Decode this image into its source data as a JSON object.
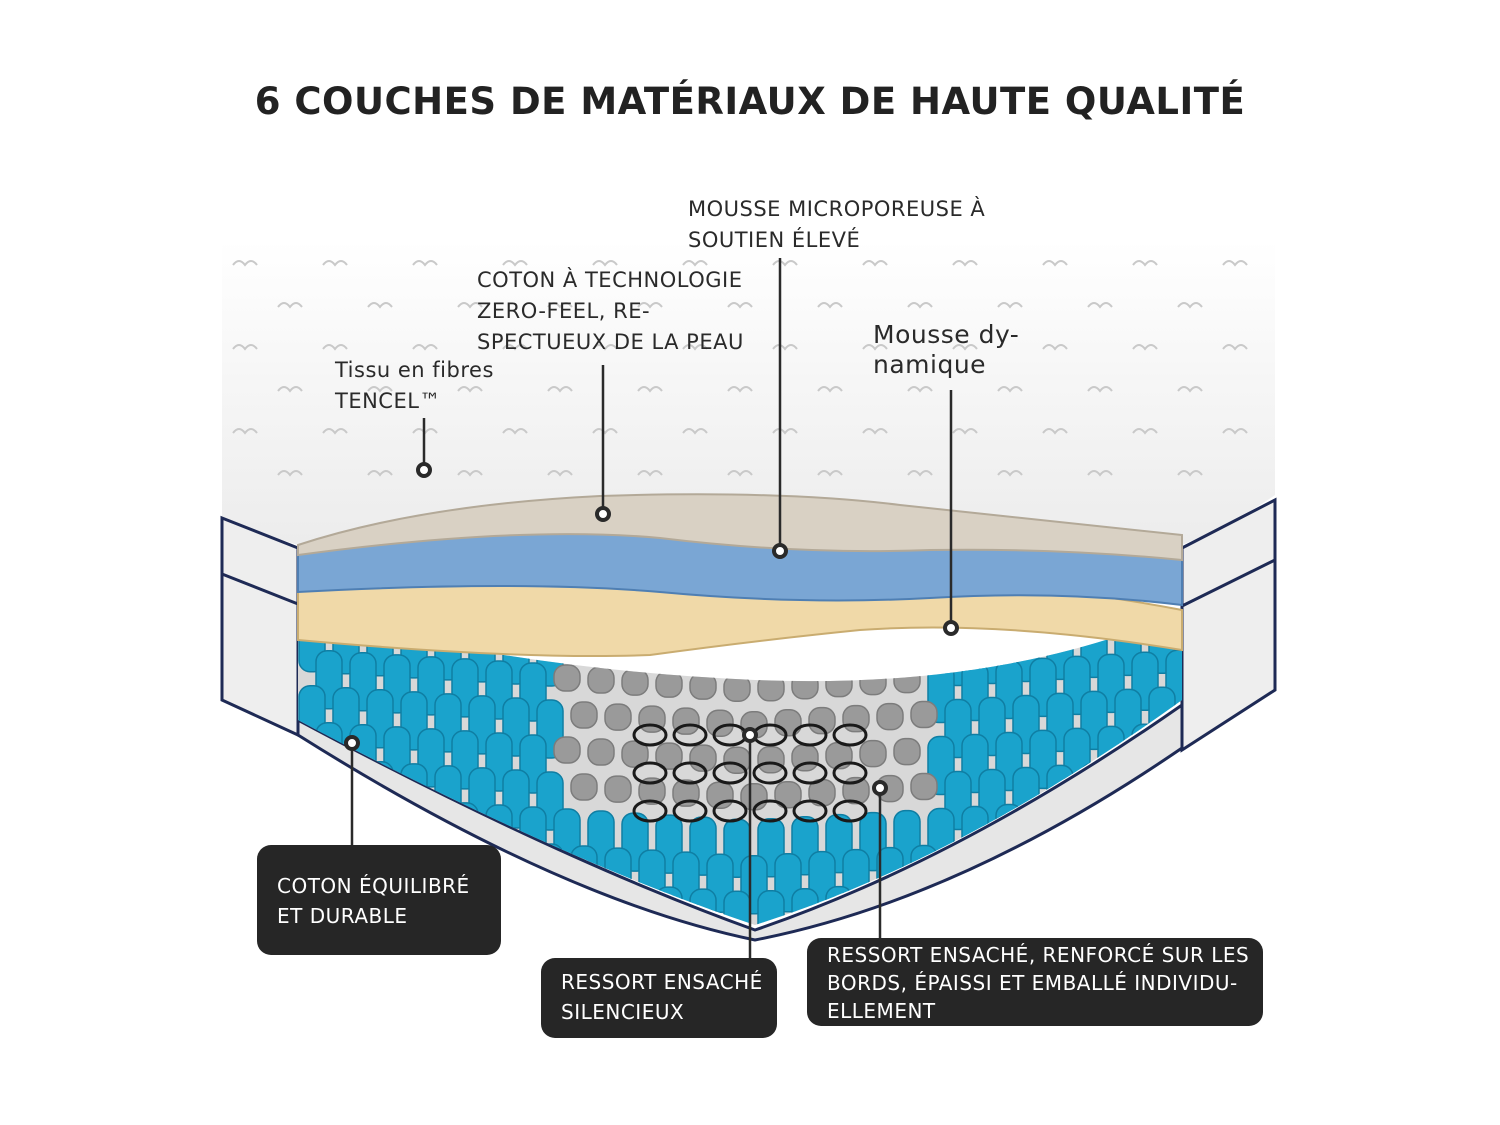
{
  "title": "6 COUCHES DE MATÉRIAUX DE HAUTE QUALITÉ",
  "colors": {
    "cover": "#f4f4f4",
    "cotton_layer": "#d9d1c4",
    "microporous_foam": "#7aa6d4",
    "dynamic_foam": "#f0d9a8",
    "edge_springs": "#1aa3cc",
    "center_springs": "#9a9a9a",
    "label_box": "#262626",
    "piping": "#1e2a55"
  },
  "labels": {
    "tencel": [
      "Tissu en fibres",
      "TENCEL™"
    ],
    "cotton_tech": [
      "COTON À TECHNOLOGIE",
      "ZERO-FEEL, RE-",
      "SPECTUEUX DE LA PEAU"
    ],
    "microporous": [
      "MOUSSE MICROPOREUSE À",
      "SOUTIEN ÉLEVÉ"
    ],
    "dynamic": [
      "Mousse dy-",
      "namique"
    ],
    "balanced_cotton": [
      "COTON ÉQUILIBRÉ",
      "ET DURABLE"
    ],
    "silent_spring": [
      "RESSORT ENSACHÉ",
      "SILENCIEUX"
    ],
    "edge_spring": [
      "RESSORT ENSACHÉ, RENFORCÉ SUR LES",
      "BORDS, ÉPAISSI ET EMBALLÉ INDIVIDU-",
      "ELLEMENT"
    ]
  }
}
